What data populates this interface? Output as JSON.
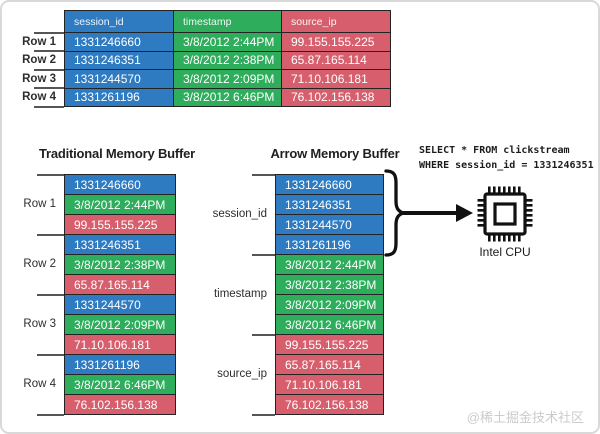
{
  "colors": {
    "blue": "#2E7BC2",
    "green": "#2EAD5C",
    "red": "#D75F6D",
    "grid": "#232323"
  },
  "top_table": {
    "headers": [
      "session_id",
      "timestamp",
      "source_ip"
    ],
    "row_labels": [
      "Row 1",
      "Row 2",
      "Row 3",
      "Row 4"
    ],
    "rows": [
      [
        "1331246660",
        "3/8/2012 2:44PM",
        "99.155.155.225"
      ],
      [
        "1331246351",
        "3/8/2012 2:38PM",
        "65.87.165.114"
      ],
      [
        "1331244570",
        "3/8/2012 2:09PM",
        "71.10.106.181"
      ],
      [
        "1331261196",
        "3/8/2012 6:46PM",
        "76.102.156.138"
      ]
    ]
  },
  "traditional_buffer": {
    "title": "Traditional Memory Buffer",
    "row_labels": [
      "Row 1",
      "Row 2",
      "Row 3",
      "Row 4"
    ],
    "cells": [
      "1331246660",
      "3/8/2012 2:44PM",
      "99.155.155.225",
      "1331246351",
      "3/8/2012 2:38PM",
      "65.87.165.114",
      "1331244570",
      "3/8/2012 2:09PM",
      "71.10.106.181",
      "1331261196",
      "3/8/2012 6:46PM",
      "76.102.156.138"
    ]
  },
  "arrow_buffer": {
    "title": "Arrow Memory Buffer",
    "group_labels": [
      "session_id",
      "timestamp",
      "source_ip"
    ],
    "cells": [
      "1331246660",
      "1331246351",
      "1331244570",
      "1331261196",
      "3/8/2012 2:44PM",
      "3/8/2012 2:38PM",
      "3/8/2012 2:09PM",
      "3/8/2012 6:46PM",
      "99.155.155.225",
      "65.87.165.114",
      "71.10.106.181",
      "76.102.156.138"
    ]
  },
  "query": {
    "line1": "SELECT * FROM clickstream",
    "line2": "WHERE session_id = 1331246351"
  },
  "cpu": {
    "label": "Intel CPU"
  },
  "watermark": "@稀土掘金技术社区"
}
